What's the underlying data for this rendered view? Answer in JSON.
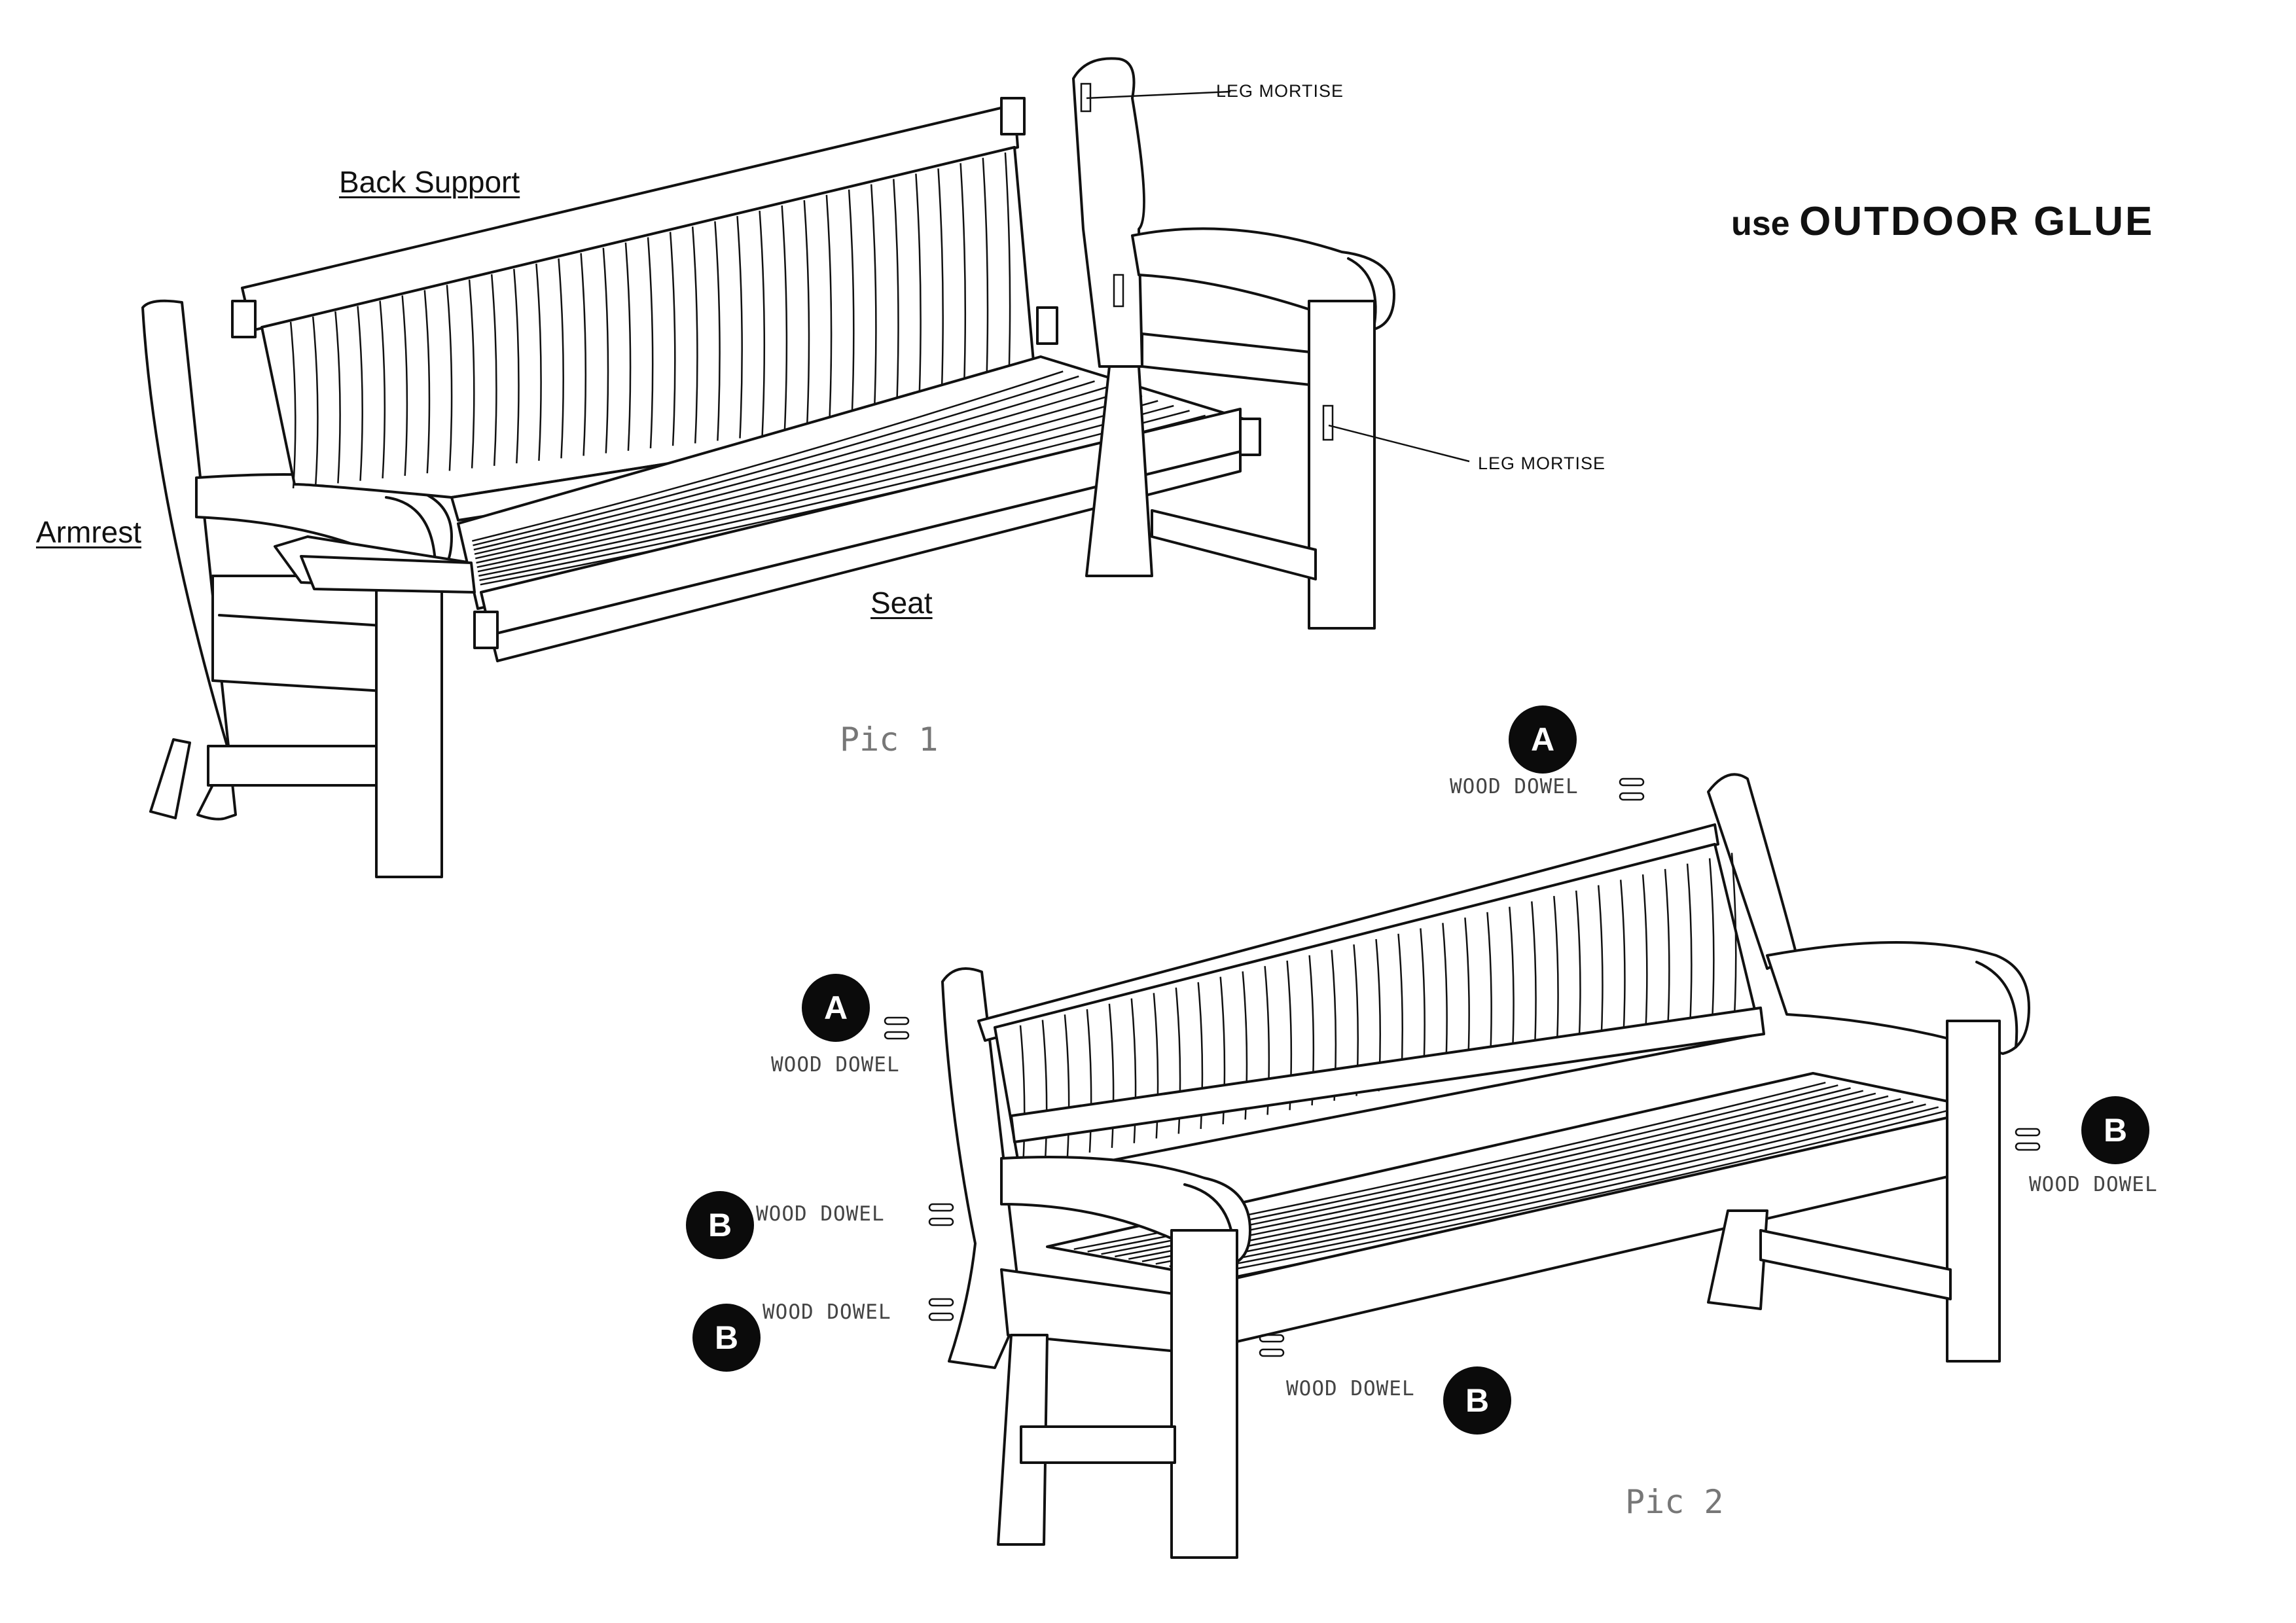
{
  "labels": {
    "back_support": "Back Support",
    "armrest": "Armrest",
    "seat": "Seat",
    "leg_mortise_top": "LEG MORTISE",
    "leg_mortise_mid": "LEG MORTISE",
    "pic1": "Pic  1",
    "pic2": "Pic  2",
    "glue_prefix": "use",
    "glue_emphasis": "OUTDOOR GLUE"
  },
  "dowels": [
    {
      "badge": "A",
      "label": "WOOD  DOWEL"
    },
    {
      "badge": "A",
      "label": "WOOD  DOWEL"
    },
    {
      "badge": "B",
      "label": "WOOD  DOWEL"
    },
    {
      "badge": "B",
      "label": "WOOD  DOWEL"
    },
    {
      "badge": "B",
      "label": "WOOD  DOWEL"
    },
    {
      "badge": "B",
      "label": "WOOD  DOWEL"
    }
  ]
}
